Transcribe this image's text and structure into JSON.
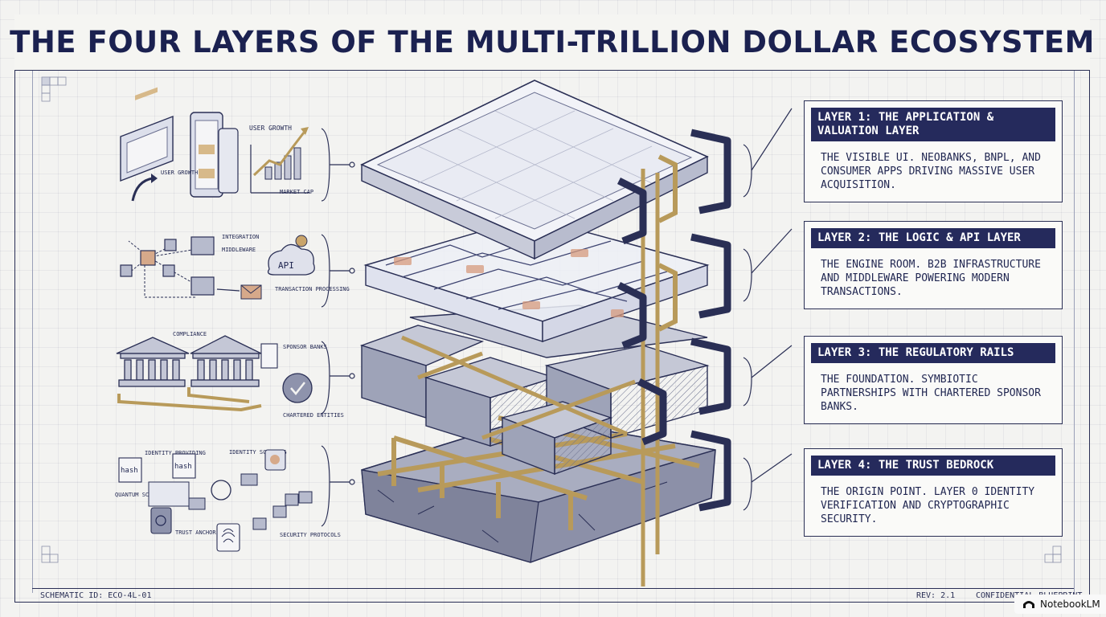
{
  "title": "THE FOUR LAYERS OF THE MULTI-TRILLION DOLLAR ECOSYSTEM",
  "layers": [
    {
      "heading": "LAYER 1: THE APPLICATION & VALUATION LAYER",
      "description": "THE VISIBLE UI. NEOBANKS, BNPL, AND CONSUMER APPS DRIVING MASSIVE USER ACQUISITION."
    },
    {
      "heading": "LAYER 2: THE LOGIC & API LAYER",
      "description": "THE ENGINE ROOM. B2B INFRASTRUCTURE AND MIDDLEWARE POWERING MODERN TRANSACTIONS."
    },
    {
      "heading": "LAYER 3: THE REGULATORY RAILS",
      "description": "THE FOUNDATION. SYMBIOTIC PARTNERSHIPS WITH CHARTERED SPONSOR BANKS."
    },
    {
      "heading": "LAYER 4: THE TRUST BEDROCK",
      "description": "THE ORIGIN POINT. LAYER 0 IDENTITY VERIFICATION AND CRYPTOGRAPHIC SECURITY."
    }
  ],
  "icons": {
    "layer1": [
      "USER GROWTH",
      "USER GROWTH",
      "MARKET CAP"
    ],
    "layer2": [
      "INTEGRATION",
      "MIDDLEWARE",
      "API",
      "TRANSACTION PROCESSING"
    ],
    "layer3": [
      "COMPLIANCE",
      "SPONSOR BANKS",
      "CHARTERED ENTITIES"
    ],
    "layer4": [
      "IDENTITY PROVIDING",
      "hash",
      "hash",
      "IDENTITY SCANNING",
      "QUANTUM SCANNING",
      "TRUST ANCHOR",
      "SECURITY PROTOCOLS"
    ]
  },
  "footer": {
    "schematic": "SCHEMATIC ID: ECO-4L-01",
    "rev": "REV: 2.1",
    "confidential": "CONFIDENTIAL BLUEPRINT"
  },
  "brand": "NotebookLM",
  "colors": {
    "navy": "#252a5c",
    "gold": "#b89a5a",
    "stone": "#9ea3b8",
    "accent": "#c98a6a"
  }
}
